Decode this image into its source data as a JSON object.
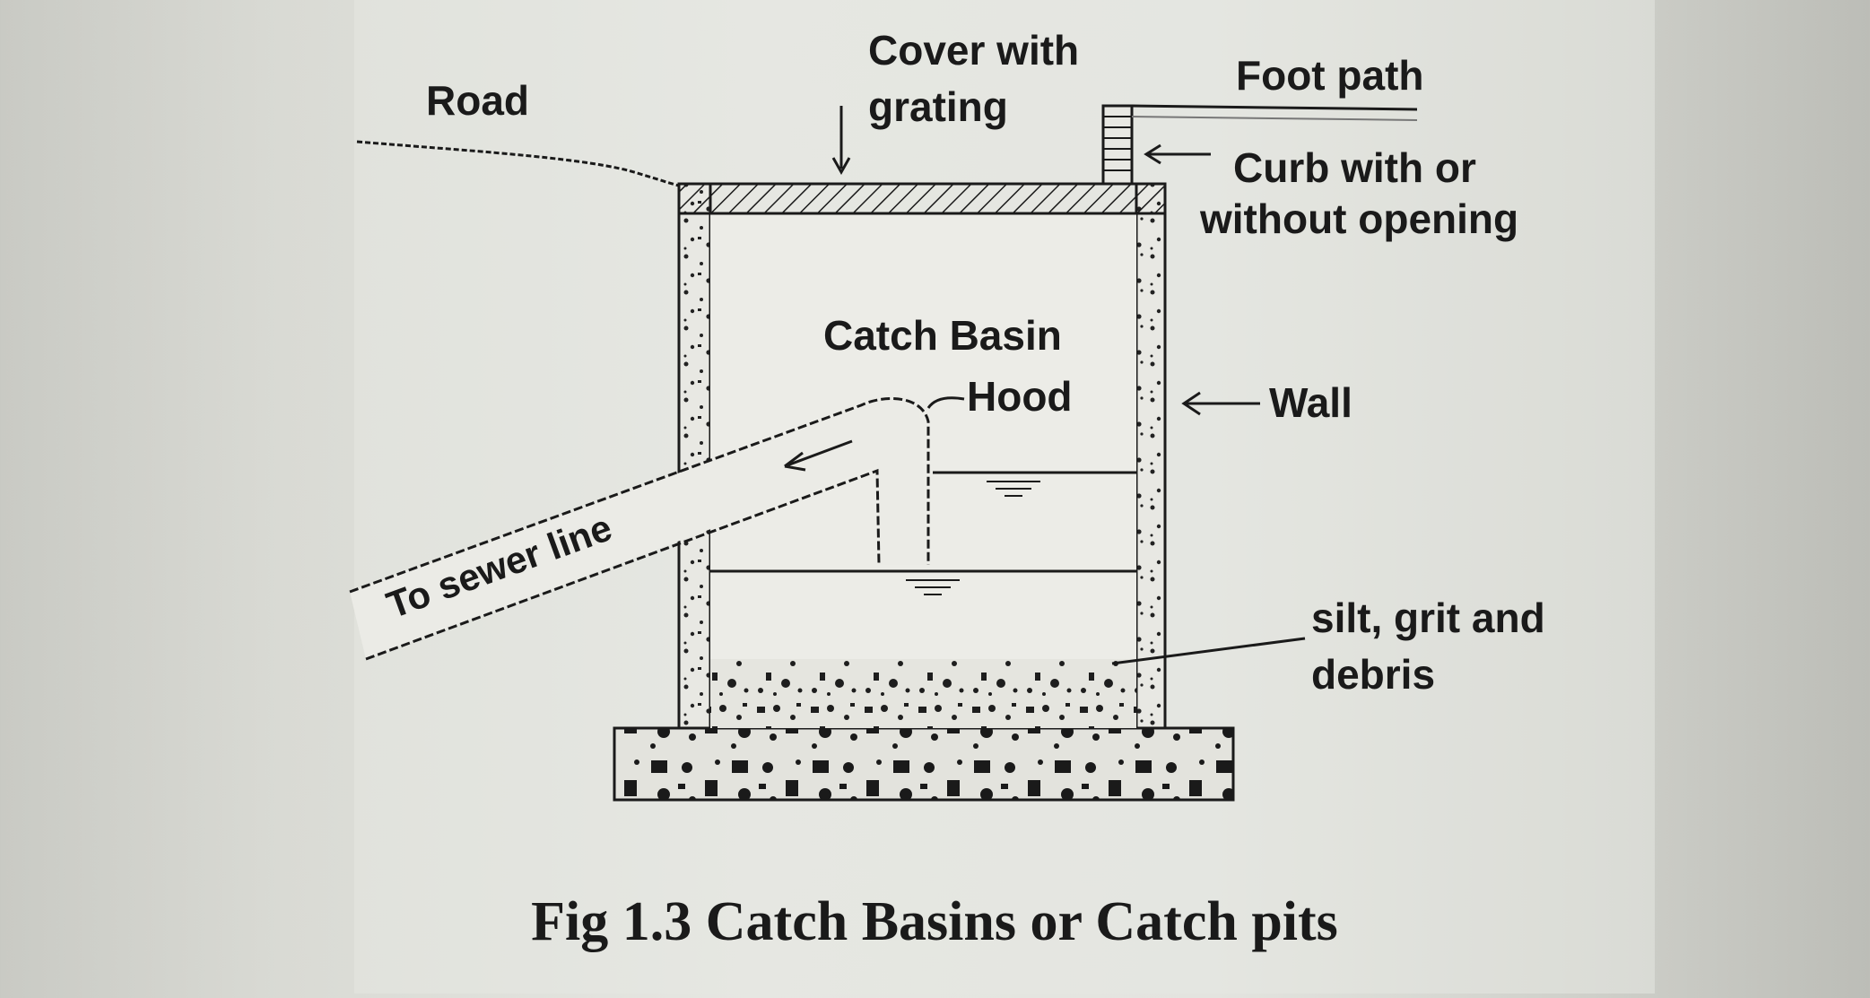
{
  "labels": {
    "road": "Road",
    "cover_line1": "Cover with",
    "cover_line2": "grating",
    "foot_path": "Foot path",
    "curb_line1": "Curb with or",
    "curb_line2": "without opening",
    "catch_basin": "Catch Basin",
    "hood": "Hood",
    "wall": "Wall",
    "sewer_line": "To sewer line",
    "silt_line1": "silt, grit and",
    "silt_line2": "debris"
  },
  "caption": "Fig 1.3 Catch Basins or Catch pits",
  "colors": {
    "ink": "#1a1a1a",
    "paper": "#e4e5e0"
  }
}
